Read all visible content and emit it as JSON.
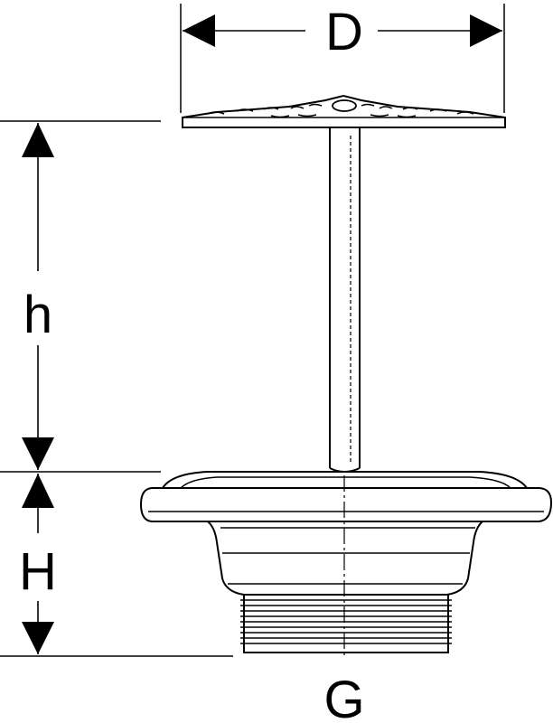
{
  "labels": {
    "D": "D",
    "h": "h",
    "H": "H",
    "G": "G"
  },
  "colors": {
    "line": "#000000",
    "background": "#ffffff"
  }
}
